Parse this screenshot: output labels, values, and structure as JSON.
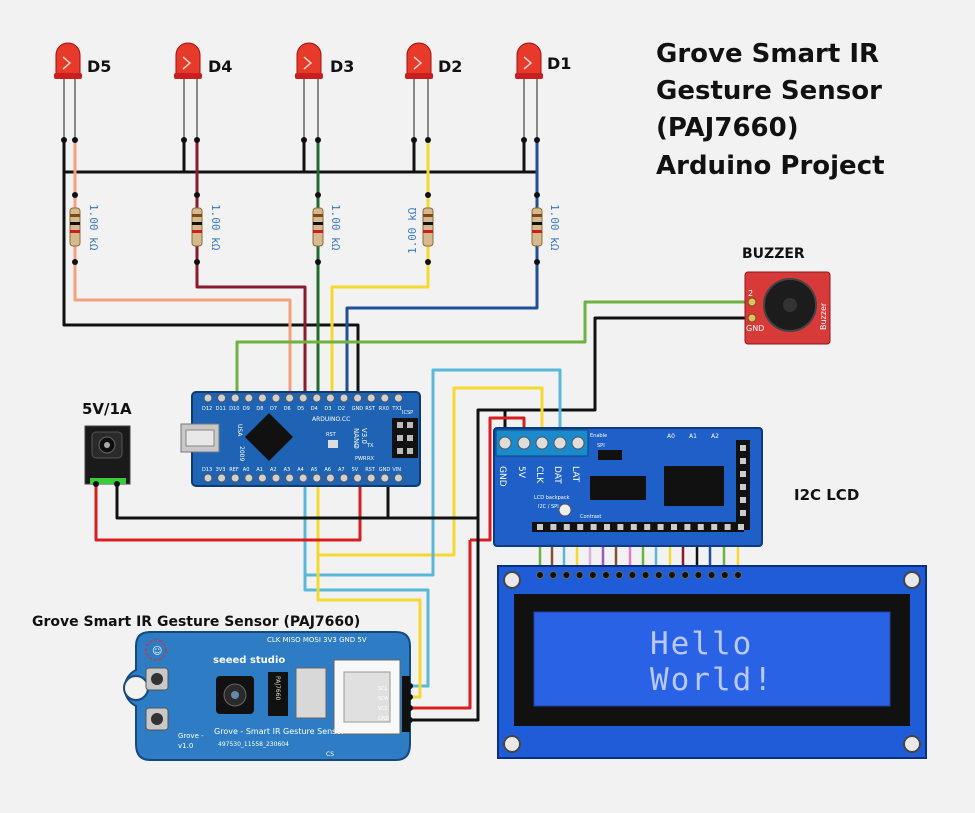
{
  "title_lines": [
    "Grove Smart IR",
    "Gesture Sensor",
    "(PAJ7660)",
    "Arduino Project"
  ],
  "leds": [
    {
      "label": "D5",
      "resistor": "1.00 kΩ"
    },
    {
      "label": "D4",
      "resistor": "1.00 kΩ"
    },
    {
      "label": "D3",
      "resistor": "1.00 kΩ"
    },
    {
      "label": "D2",
      "resistor": "1.00 kΩ"
    },
    {
      "label": "D1",
      "resistor": "1.00 kΩ"
    }
  ],
  "buzzer": {
    "label": "BUZZER",
    "pin_signal": "2",
    "pin_gnd": "GND",
    "side_text": "Buzzer"
  },
  "power": {
    "label": "5V/1A"
  },
  "i2c_lcd": {
    "label": "I2C LCD",
    "pins": [
      "GND",
      "5V",
      "CLK",
      "DAT",
      "LAT"
    ],
    "text_1": "I2C / SPI",
    "text_2": "LCD backpack",
    "text_3": "Contrast",
    "text_4": "SPI",
    "text_5": "Enable",
    "a_pins": [
      "A0",
      "A1",
      "A2"
    ]
  },
  "lcd_display": {
    "line1": "Hello",
    "line2": "World!"
  },
  "sensor": {
    "label": "Grove Smart IR Gesture Sensor (PAJ7660)",
    "brand": "seeed studio",
    "chip": "PAJ7660",
    "board_text": "Grove - Smart IR Gesture Sensor",
    "version": "v1.0",
    "part_no": "497530_11558_230604",
    "top_pins": "CLK MISO MOSI 3V3 GND 5V",
    "side_pins": [
      "SCL",
      "SDA",
      "VCC",
      "GND"
    ],
    "cs": "CS"
  },
  "arduino": {
    "top_pins": [
      "D12",
      "D11",
      "D10",
      "D9",
      "D8",
      "D7",
      "D6",
      "D5",
      "D4",
      "D3",
      "D2",
      "GND",
      "RST",
      "RX0",
      "TX1"
    ],
    "bottom_pins": [
      "D13",
      "3V3",
      "REF",
      "A0",
      "A1",
      "A2",
      "A3",
      "A4",
      "A5",
      "A6",
      "A7",
      "5V",
      "RST",
      "GND",
      "VIN"
    ],
    "text_brand": "ARDUINO.CC",
    "text_model": "NANO",
    "text_version": "V3.0",
    "text_usa": "USA",
    "text_year": "2009",
    "text_icsp": "ICSP",
    "text_rst": "RST",
    "text_pwr": "PWR",
    "text_l": "L",
    "text_tx": "TX",
    "text_rx": "RX"
  },
  "colors": {
    "salmon": "#f4a07c",
    "maroon": "#8b1a2f",
    "green_dark": "#1f6b2e",
    "yellow": "#f5d830",
    "blue_dark": "#1e4f9a",
    "green_light": "#6db33f",
    "light_blue": "#59b8d8",
    "red": "#d62020",
    "black": "#111111",
    "arduino_blue": "#1f63b4",
    "lcd_blue": "#2a62e6",
    "lcd_text": "#b9c8ff",
    "buzzer_red": "#d83a3a"
  }
}
